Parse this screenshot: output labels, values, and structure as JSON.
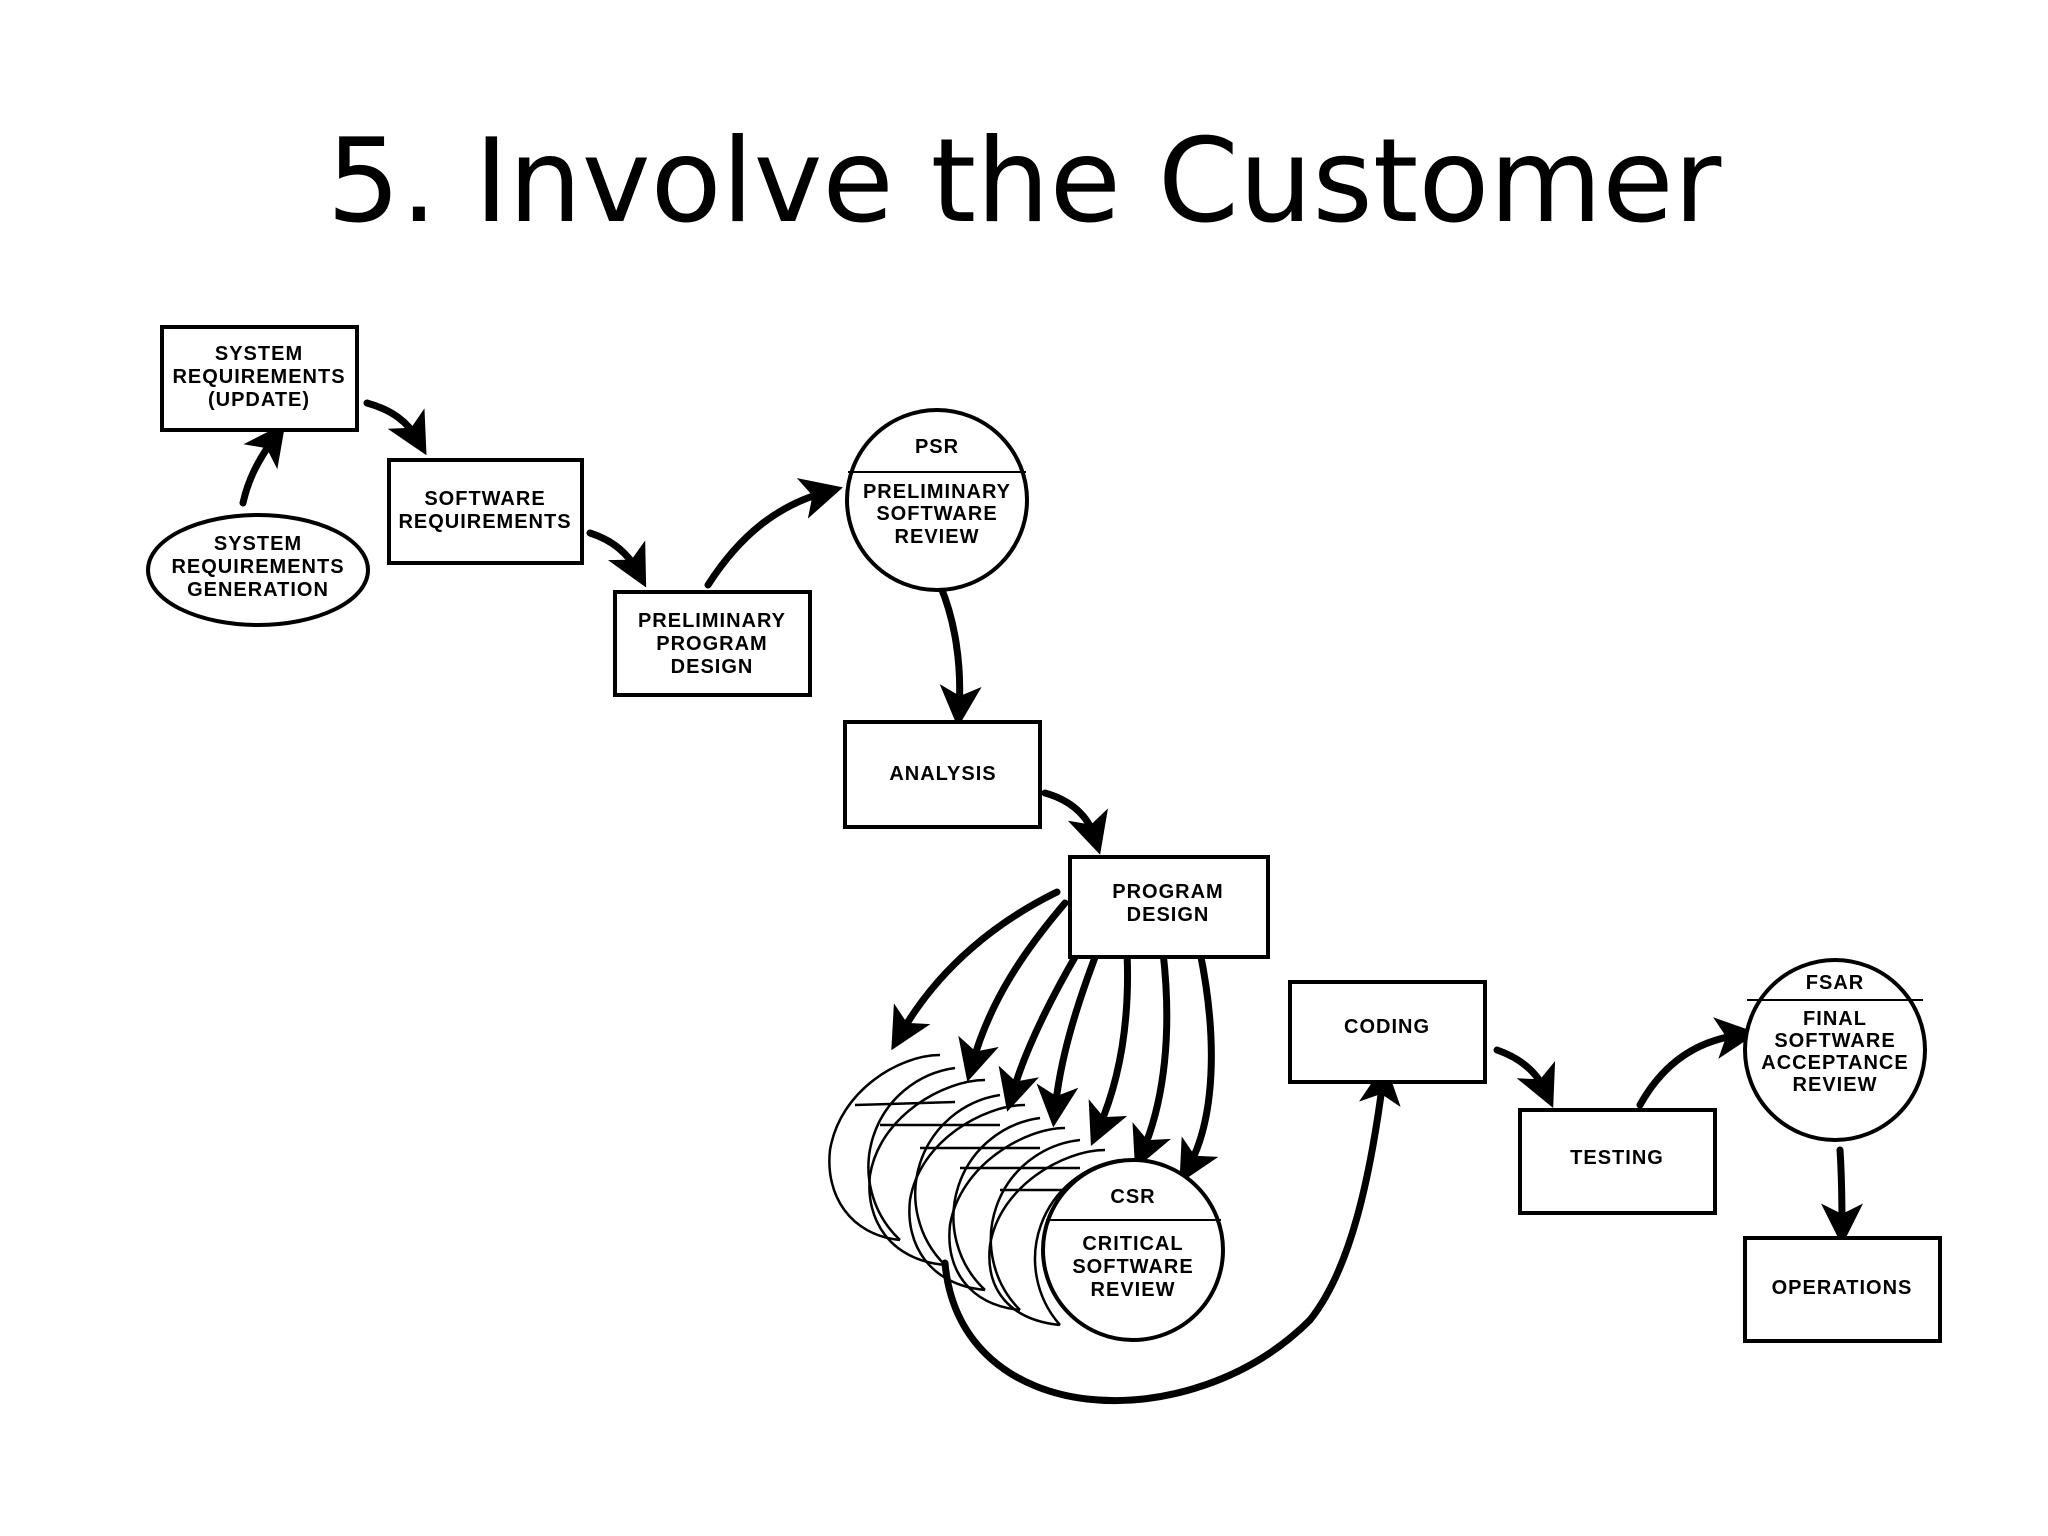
{
  "title": "5. Involve the Customer",
  "nodes": {
    "system_requirements_update": [
      "SYSTEM",
      "REQUIREMENTS",
      "(UPDATE)"
    ],
    "system_requirements_generation": [
      "SYSTEM",
      "REQUIREMENTS",
      "GENERATION"
    ],
    "software_requirements": [
      "SOFTWARE",
      "REQUIREMENTS"
    ],
    "preliminary_program_design": [
      "PRELIMINARY",
      "PROGRAM",
      "DESIGN"
    ],
    "psr": {
      "code": "PSR",
      "lines": [
        "PRELIMINARY",
        "SOFTWARE",
        "REVIEW"
      ]
    },
    "analysis": [
      "ANALYSIS"
    ],
    "program_design": [
      "PROGRAM",
      "DESIGN"
    ],
    "csr": {
      "code": "CSR",
      "lines": [
        "CRITICAL",
        "SOFTWARE",
        "REVIEW"
      ]
    },
    "coding": [
      "CODING"
    ],
    "testing": [
      "TESTING"
    ],
    "fsar": {
      "code": "FSAR",
      "lines": [
        "FINAL",
        "SOFTWARE",
        "ACCEPTANCE",
        "REVIEW"
      ]
    },
    "operations": [
      "OPERATIONS"
    ]
  }
}
